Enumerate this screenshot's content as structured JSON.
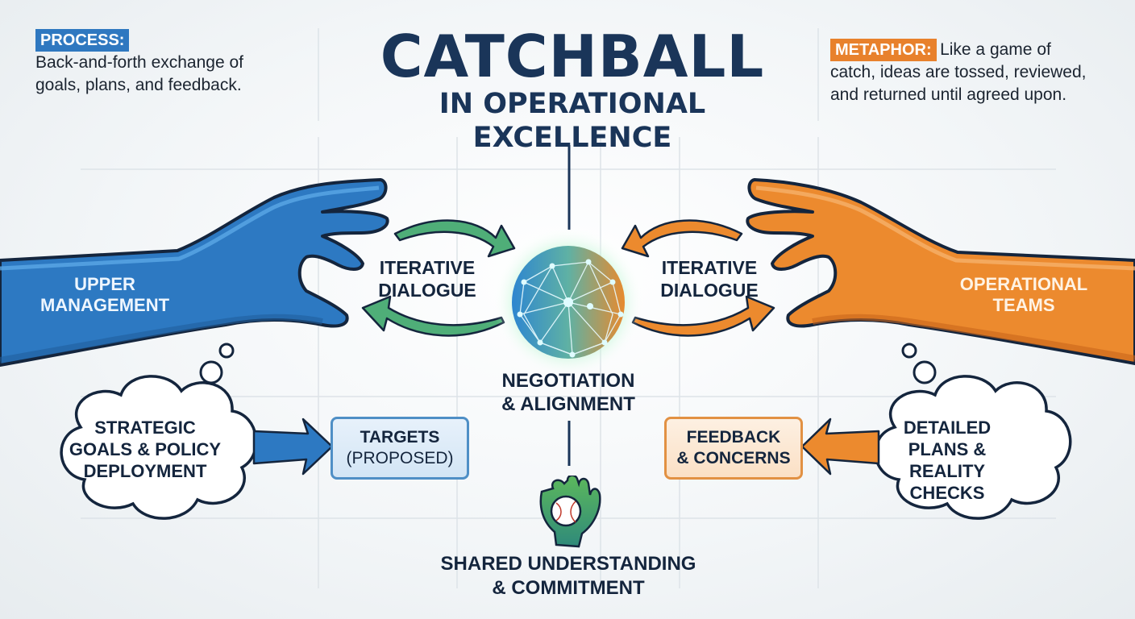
{
  "title": {
    "main": "CATCHBALL",
    "subtitle": "IN OPERATIONAL EXCELLENCE"
  },
  "process": {
    "label": "PROCESS:",
    "text_line1": "Back-and-forth exchange of",
    "text_line2": "goals, plans, and feedback.",
    "color": "#2f78c0"
  },
  "metaphor": {
    "label": "METAPHOR:",
    "text_line1": "Like a game of",
    "text_line2": "catch, ideas are tossed, reviewed,",
    "text_line3": "and returned until agreed upon.",
    "color": "#e8812c"
  },
  "left_arm": {
    "line1": "UPPER",
    "line2": "MANAGEMENT",
    "color": "#2d79c2"
  },
  "right_arm": {
    "line1": "OPERATIONAL",
    "line2": "TEAMS",
    "color": "#ec8a2e"
  },
  "left_dialogue": {
    "line1": "ITERATIVE",
    "line2": "DIALOGUE"
  },
  "right_dialogue": {
    "line1": "ITERATIVE",
    "line2": "DIALOGUE"
  },
  "center": {
    "line1": "NEGOTIATION",
    "line2": "& ALIGNMENT"
  },
  "left_cloud": {
    "line1": "STRATEGIC",
    "line2": "GOALS & POLICY",
    "line3": "DEPLOYMENT"
  },
  "right_cloud": {
    "line1": "DETAILED",
    "line2": "PLANS & REALITY",
    "line3": "CHECKS"
  },
  "targets_box": {
    "line1": "TARGETS",
    "line2": "(PROPOSED)"
  },
  "feedback_box": {
    "line1": "FEEDBACK",
    "line2": "& CONCERNS"
  },
  "bottom": {
    "line1": "SHARED UNDERSTANDING",
    "line2": "& COMMITMENT"
  },
  "icons": {
    "ball": "network-globe-icon",
    "glove": "baseball-glove-icon"
  },
  "colors": {
    "navy": "#1a3559",
    "green": "#4fae78",
    "blue": "#2d79c2",
    "orange": "#ec8a2e"
  }
}
